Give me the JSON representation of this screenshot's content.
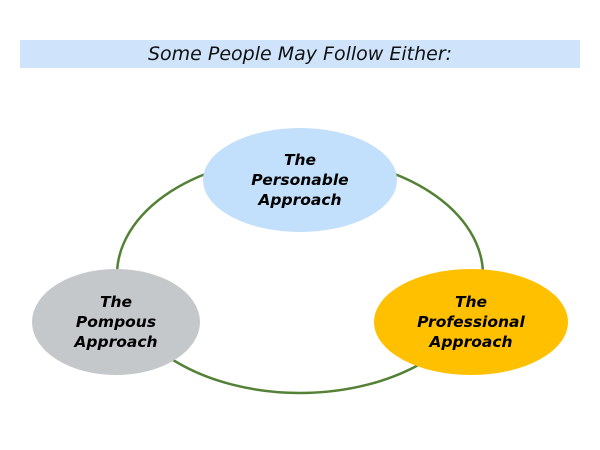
{
  "title": "Some People May Follow Either:",
  "colors": {
    "banner_bg": "#cfe4fb",
    "connector": "#538135",
    "personable": "#c2e0fc",
    "pompous": "#c5c8cb",
    "professional": "#ffc000"
  },
  "nodes": [
    {
      "id": "personable",
      "lines": [
        "The",
        "Personable",
        "Approach"
      ]
    },
    {
      "id": "pompous",
      "lines": [
        "The",
        "Pompous",
        "Approach"
      ]
    },
    {
      "id": "professional",
      "lines": [
        "The",
        "Professional",
        "Approach"
      ]
    }
  ]
}
